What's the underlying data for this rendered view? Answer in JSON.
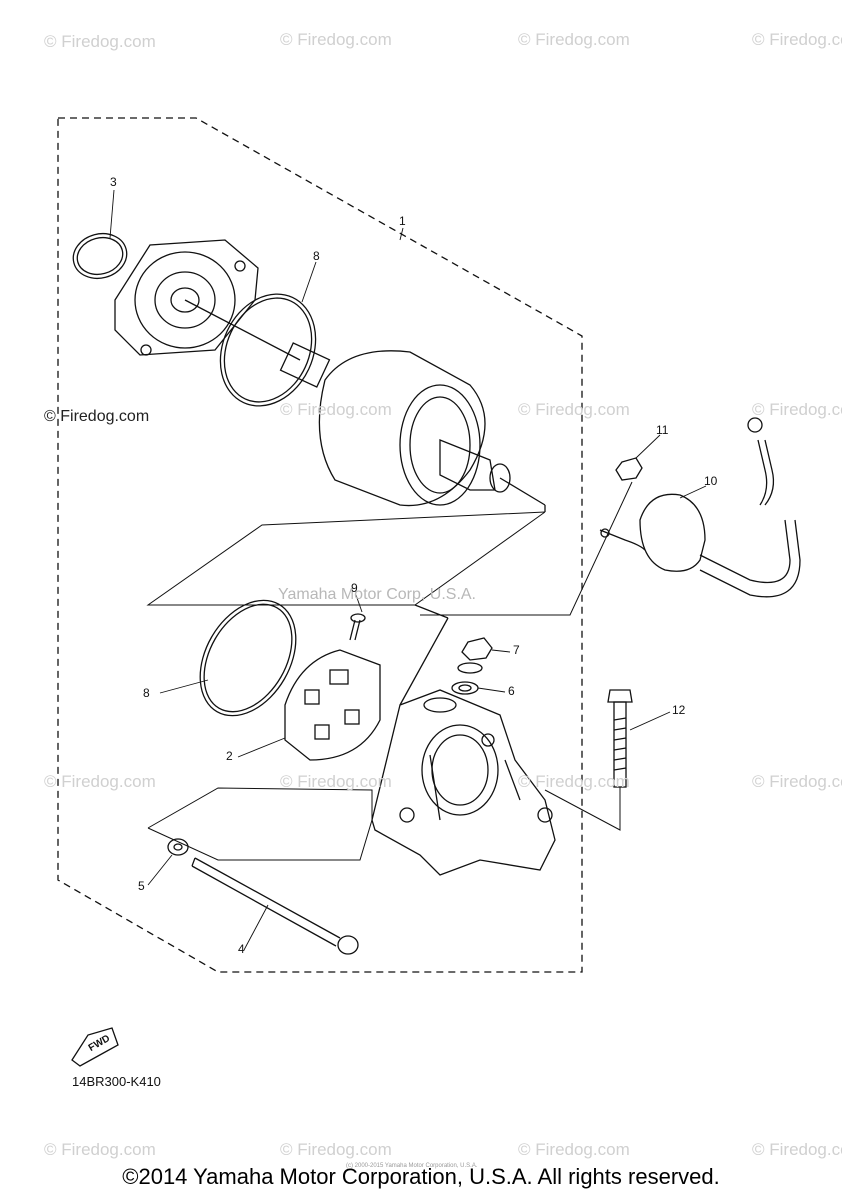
{
  "watermark": {
    "text": "© Firedog.com",
    "center_text": "Yamaha Motor Corp, U.S.A."
  },
  "callouts": [
    "1",
    "2",
    "3",
    "4",
    "5",
    "6",
    "7",
    "8",
    "8",
    "9",
    "10",
    "11",
    "12"
  ],
  "fwd_label": "FWD",
  "diagram_code": "14BR300-K410",
  "footer": {
    "copyright": "©2014 Yamaha Motor Corporation, U.S.A. All rights reserved.",
    "fine_print": "(c) 2000-2015 Yamaha Motor Corporation, U.S.A."
  }
}
